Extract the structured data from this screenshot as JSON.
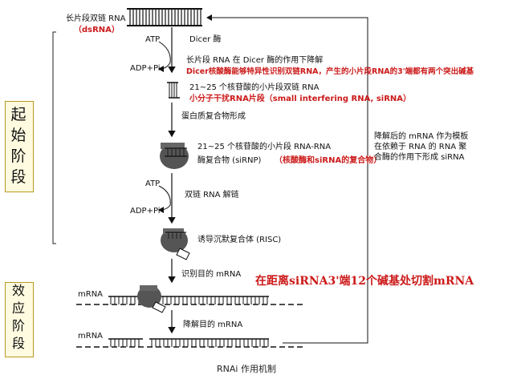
{
  "stages": {
    "initiation": "起始阶段",
    "effector": "效应阶段"
  },
  "labels": {
    "long_dsrna": "长片段双链 RNA",
    "dsrna": "（dsRNA）",
    "atp_1": "ATP",
    "dicer": "Dicer 酶",
    "adp_pi_1": "ADP+Pi",
    "dicer_action": "长片段 RNA 在 Dicer 酶的作用下降解",
    "dicer_note": "Dicer核酸酶能够特异性识别双链RNA，产生的小片段RNA的3'端都有两个突出碱基",
    "small_dsrna": "21~25 个核苷酸的小片段双链 RNA",
    "sirna_name": "小分子干扰RNA片段（small interfering RNA, siRNA）",
    "protein_complex": "蛋白质复合物形成",
    "sirnp_line1": "21~25 个核苷酸的小片段 RNA-RNA",
    "sirnp_line2_a": "酶复合物 (siRNP)",
    "sirnp_line2_b": "（核酸酶和siRNA的复合物）",
    "atp_2": "ATP",
    "unwind": "双链 RNA 解链",
    "adp_pi_2": "ADP+Pi",
    "risc": "诱导沉默复合体 (RISC)",
    "recognize": "识别目的 mRNA",
    "cleave_note": "在距离siRNA3'端12个碱基处切割mRNA",
    "mrna_1": "mRNA",
    "degrade": "降解目的 mRNA",
    "mrna_2": "mRNA",
    "template_line1": "降解后的 mRNA 作为模板",
    "template_line2": "在依赖于 RNA 的 RNA 聚",
    "template_line3": "合酶的作用下形成 siRNA",
    "caption": "RNAi 作用机制"
  }
}
